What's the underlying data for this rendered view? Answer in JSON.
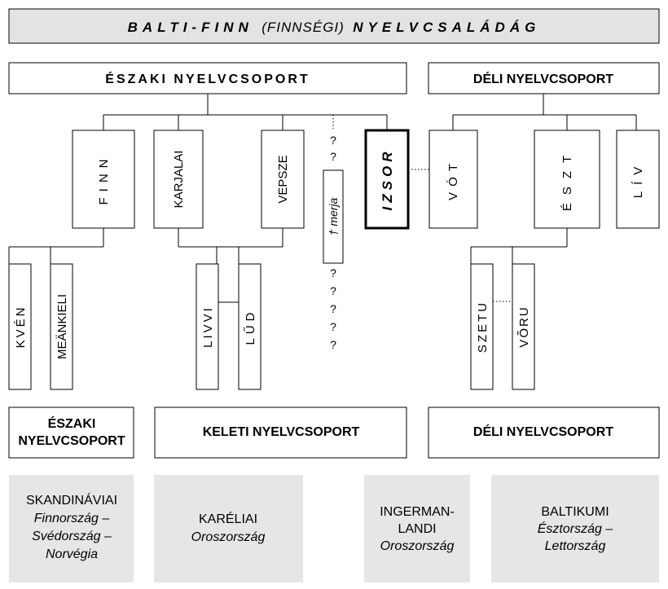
{
  "title": {
    "part1": "BALTI-FINN",
    "part2": "(FINNSÉGI)",
    "part3": "NYELVCSALÁDÁG"
  },
  "branches": {
    "north": "ÉSZAKI NYELVCSOPORT",
    "south": "DÉLI NYELVCSOPORT"
  },
  "languages": {
    "finn": "FINN",
    "karjalai": "KARJALAI",
    "vepsze": "VEPSZE",
    "merja": "† merja",
    "izsor": "IZSOR",
    "vot": "VÓT",
    "eszt": "ÉSZT",
    "liv": "LÍV"
  },
  "dialects": {
    "kven": "KVÉN",
    "meankieli": "MEÄNKIELI",
    "livvi": "LIVVI",
    "lud": "LŰD",
    "szetu": "SZETU",
    "voru": "VÕRU"
  },
  "question_mark": "?",
  "bottom_groups": {
    "north_line1": "ÉSZAKI",
    "north_line2": "NYELVCSOPORT",
    "east": "KELETI NYELVCSOPORT",
    "south": "DÉLI NYELVCSOPORT"
  },
  "regions": {
    "skandinaviai": {
      "name": "SKANDINÁVIAI",
      "line1": "Finnország –",
      "line2": "Svédország –",
      "line3": "Norvégia"
    },
    "kareliai": {
      "name": "KARÉLIAI",
      "line1": "Oroszország"
    },
    "ingermanlandi": {
      "name1": "INGERMAN-",
      "name2": "LANDI",
      "line1": "Oroszország"
    },
    "baltikumi": {
      "name": "BALTIKUMI",
      "line1": "Észtország –",
      "line2": "Lettország"
    }
  }
}
